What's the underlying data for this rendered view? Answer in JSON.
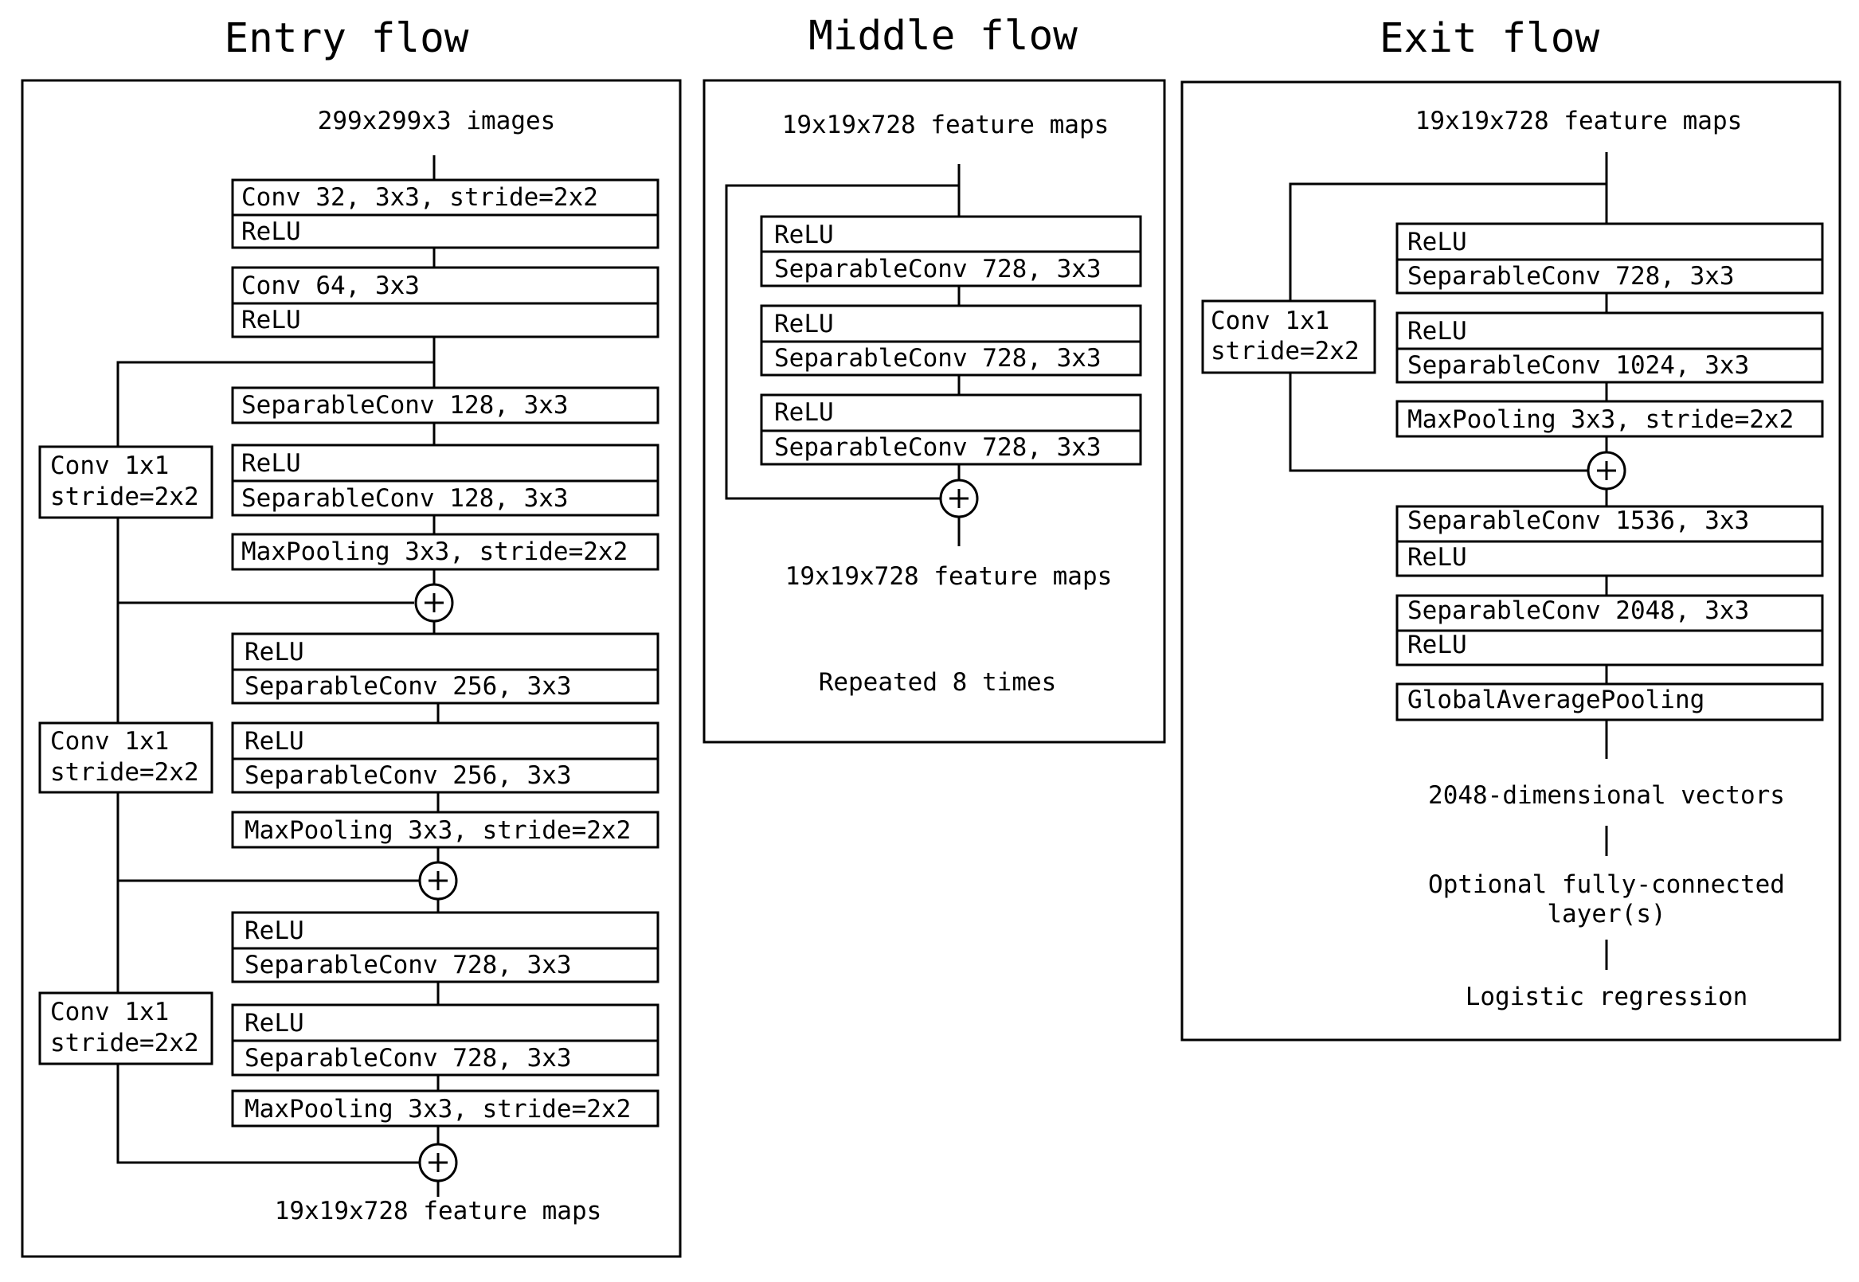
{
  "entry_flow": {
    "title": "Entry flow",
    "input_label": "299x299x3 images",
    "layers": [
      [
        "Conv 32, 3x3, stride=2x2",
        "ReLU"
      ],
      [
        "Conv 64, 3x3",
        "ReLU"
      ],
      [
        "SeparableConv 128, 3x3"
      ],
      [
        "ReLU",
        "SeparableConv 128, 3x3"
      ],
      [
        "MaxPooling 3x3, stride=2x2"
      ],
      [
        "ReLU",
        "SeparableConv 256, 3x3"
      ],
      [
        "ReLU",
        "SeparableConv 256, 3x3"
      ],
      [
        "MaxPooling 3x3, stride=2x2"
      ],
      [
        "ReLU",
        "SeparableConv 728, 3x3"
      ],
      [
        "ReLU",
        "SeparableConv 728, 3x3"
      ],
      [
        "MaxPooling 3x3, stride=2x2"
      ]
    ],
    "shortcuts": [
      [
        "Conv 1x1",
        "stride=2x2"
      ],
      [
        "Conv 1x1",
        "stride=2x2"
      ],
      [
        "Conv 1x1",
        "stride=2x2"
      ]
    ],
    "output_label": "19x19x728 feature maps"
  },
  "middle_flow": {
    "title": "Middle flow",
    "input_label": "19x19x728 feature maps",
    "layers": [
      [
        "ReLU",
        "SeparableConv 728, 3x3"
      ],
      [
        "ReLU",
        "SeparableConv 728, 3x3"
      ],
      [
        "ReLU",
        "SeparableConv 728, 3x3"
      ]
    ],
    "output_label": "19x19x728 feature maps",
    "note": "Repeated 8 times"
  },
  "exit_flow": {
    "title": "Exit flow",
    "input_label": "19x19x728 feature maps",
    "layers": [
      [
        "ReLU",
        "SeparableConv 728, 3x3"
      ],
      [
        "ReLU",
        "SeparableConv 1024, 3x3"
      ],
      [
        "MaxPooling 3x3, stride=2x2"
      ],
      [
        "SeparableConv 1536, 3x3",
        "ReLU"
      ],
      [
        "SeparableConv 2048, 3x3",
        "ReLU"
      ],
      [
        "GlobalAveragePooling"
      ]
    ],
    "shortcut": [
      "Conv 1x1",
      "stride=2x2"
    ],
    "outputs": [
      [
        "2048-dimensional vectors"
      ],
      [
        "Optional fully-connected",
        "layer(s)"
      ],
      [
        "Logistic regression"
      ]
    ]
  }
}
